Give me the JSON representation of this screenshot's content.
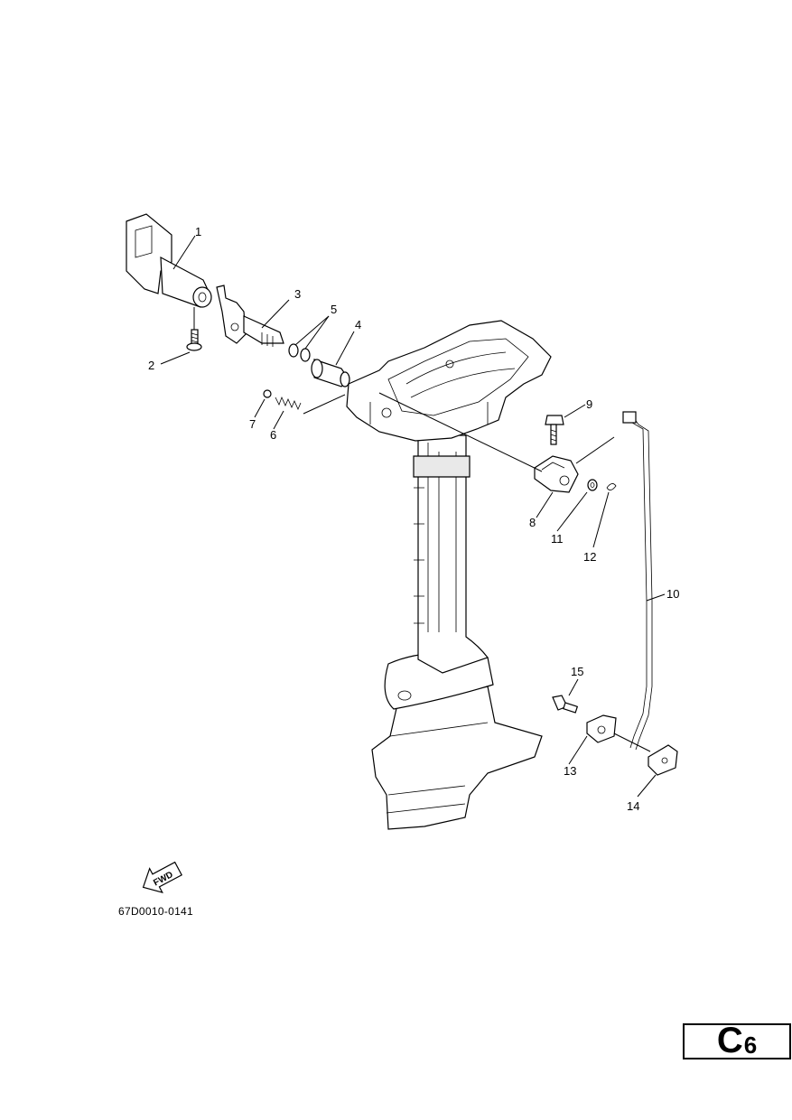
{
  "diagram": {
    "callouts": [
      "1",
      "2",
      "3",
      "4",
      "5",
      "6",
      "7",
      "8",
      "9",
      "10",
      "11",
      "12",
      "13",
      "14",
      "15"
    ],
    "fwd_label": "FWD",
    "drawing_code": "67D0010-0141"
  },
  "page": {
    "letter": "C",
    "number": "6"
  }
}
